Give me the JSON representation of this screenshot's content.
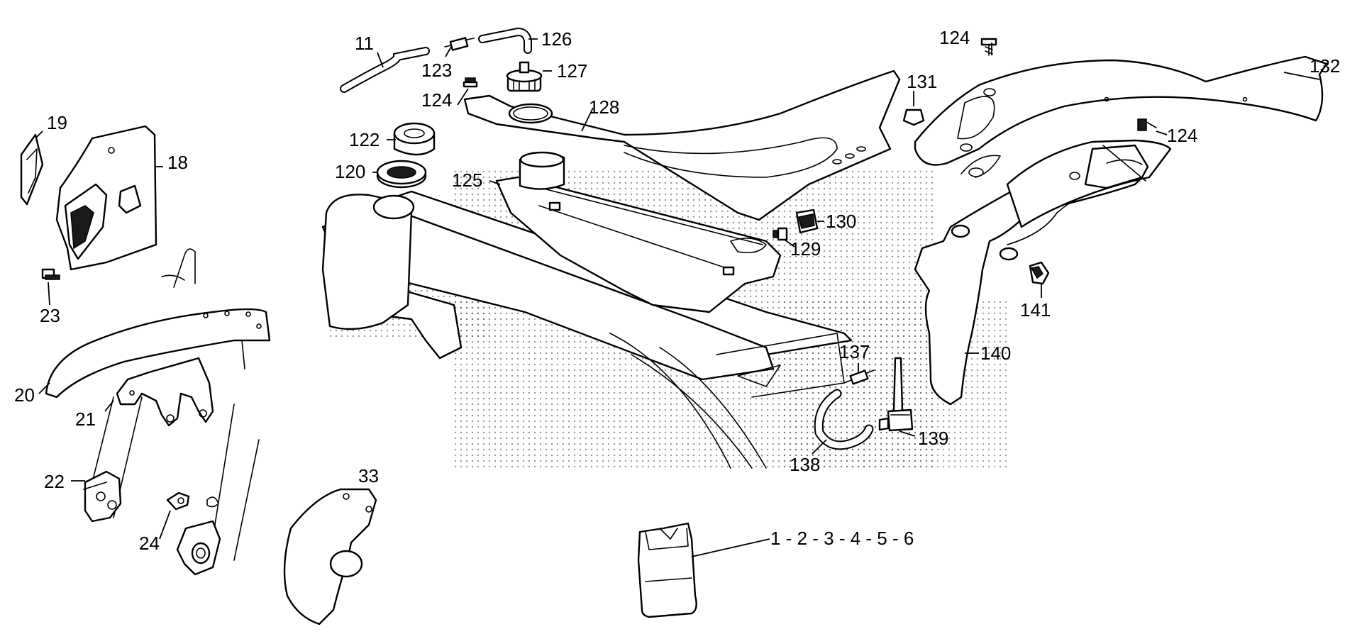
{
  "callouts": {
    "c11": "11",
    "c123": "123",
    "c126": "126",
    "c127": "127",
    "c124a": "124",
    "c128": "128",
    "c122": "122",
    "c120": "120",
    "c125": "125",
    "c19": "19",
    "c18": "18",
    "c23": "23",
    "c20": "20",
    "c21": "21",
    "c22": "22",
    "c24": "24",
    "c33": "33",
    "c130": "130",
    "c129": "129",
    "c124b": "124",
    "c131": "131",
    "c132": "132",
    "c124c": "124",
    "c141": "141",
    "c140": "140",
    "c137": "137",
    "c138": "138",
    "c139": "139",
    "c1to6": "1 - 2 - 3 - 4 - 5 - 6"
  },
  "colors": {
    "line": "#000000",
    "background": "#ffffff",
    "stipple": "#555555"
  }
}
